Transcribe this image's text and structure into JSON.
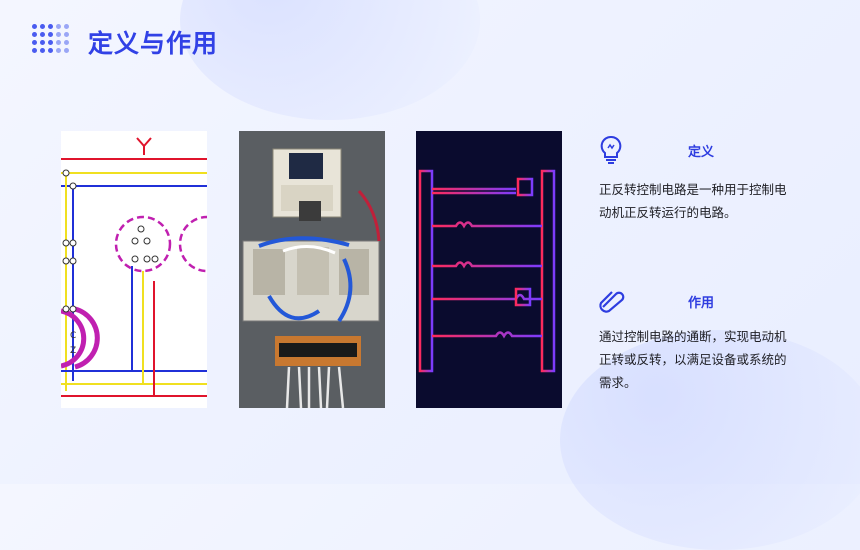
{
  "title": "定义与作用",
  "sections": [
    {
      "icon": "lightbulb-icon",
      "heading": "定义",
      "text": "正反转控制电路是一种用于控制电动机正反转运行的电路。"
    },
    {
      "icon": "paperclip-icon",
      "heading": "作用",
      "text": "通过控制电路的通断，实现电动机正转或反转，以满足设备或系统的需求。"
    }
  ],
  "images": [
    {
      "name": "circuit-schematic",
      "labels": [
        "C",
        "Z",
        "Y"
      ]
    },
    {
      "name": "control-cabinet-photo"
    },
    {
      "name": "neon-ladder-diagram"
    }
  ],
  "colors": {
    "accent": "#3141e6",
    "text": "#1e1e24"
  }
}
